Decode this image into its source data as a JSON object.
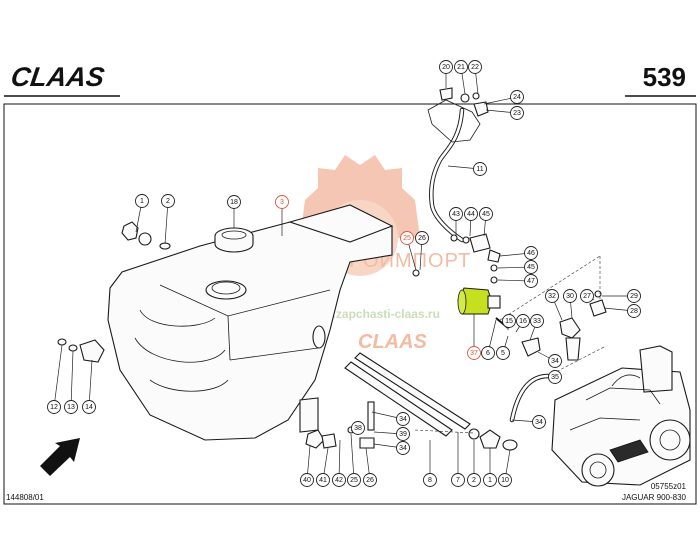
{
  "header": {
    "brand": "CLAAS",
    "page_number": "539"
  },
  "footer": {
    "drawing_code": "144808/01",
    "figure_code": "05755z01",
    "model": "JAGUAR 900-830"
  },
  "watermark": {
    "line1": "АГРОИМПОРТ",
    "line2": "www.zapchasti-claas.ru",
    "brand": "CLAAS"
  },
  "colors": {
    "highlight_part": "#c6e020",
    "highlight_callout": "#e0553a",
    "watermark_orange": "#f2b49a",
    "watermark_green": "#b8d4a0"
  },
  "callouts": [
    {
      "id": "c1a",
      "label": "1"
    },
    {
      "id": "c2a",
      "label": "2"
    },
    {
      "id": "c18",
      "label": "18"
    },
    {
      "id": "c3",
      "label": "3",
      "highlight": true
    },
    {
      "id": "c25a",
      "label": "25",
      "highlight": true
    },
    {
      "id": "c26a",
      "label": "26"
    },
    {
      "id": "c20",
      "label": "20"
    },
    {
      "id": "c21",
      "label": "21"
    },
    {
      "id": "c22",
      "label": "22"
    },
    {
      "id": "c24",
      "label": "24"
    },
    {
      "id": "c23",
      "label": "23"
    },
    {
      "id": "c11",
      "label": "11"
    },
    {
      "id": "c43",
      "label": "43"
    },
    {
      "id": "c44",
      "label": "44"
    },
    {
      "id": "c45a",
      "label": "45"
    },
    {
      "id": "c46",
      "label": "46"
    },
    {
      "id": "c45b",
      "label": "45"
    },
    {
      "id": "c47",
      "label": "47"
    },
    {
      "id": "c15",
      "label": "15"
    },
    {
      "id": "c16",
      "label": "16"
    },
    {
      "id": "c33",
      "label": "33"
    },
    {
      "id": "c32",
      "label": "32"
    },
    {
      "id": "c30",
      "label": "30"
    },
    {
      "id": "c27",
      "label": "27"
    },
    {
      "id": "c29",
      "label": "29"
    },
    {
      "id": "c28",
      "label": "28"
    },
    {
      "id": "c37",
      "label": "37",
      "highlight": true
    },
    {
      "id": "c6",
      "label": "6"
    },
    {
      "id": "c5",
      "label": "5"
    },
    {
      "id": "c34a",
      "label": "34"
    },
    {
      "id": "c35",
      "label": "35"
    },
    {
      "id": "c34b",
      "label": "34"
    },
    {
      "id": "c12",
      "label": "12"
    },
    {
      "id": "c13",
      "label": "13"
    },
    {
      "id": "c14",
      "label": "14"
    },
    {
      "id": "c38",
      "label": "38"
    },
    {
      "id": "c34c",
      "label": "34"
    },
    {
      "id": "c39",
      "label": "39"
    },
    {
      "id": "c34d",
      "label": "34"
    },
    {
      "id": "c40",
      "label": "40"
    },
    {
      "id": "c41",
      "label": "41"
    },
    {
      "id": "c42",
      "label": "42"
    },
    {
      "id": "c25b",
      "label": "25"
    },
    {
      "id": "c26b",
      "label": "26"
    },
    {
      "id": "c8",
      "label": "8"
    },
    {
      "id": "c7",
      "label": "7"
    },
    {
      "id": "c2b",
      "label": "2"
    },
    {
      "id": "c1b",
      "label": "1"
    },
    {
      "id": "c10",
      "label": "10"
    }
  ]
}
